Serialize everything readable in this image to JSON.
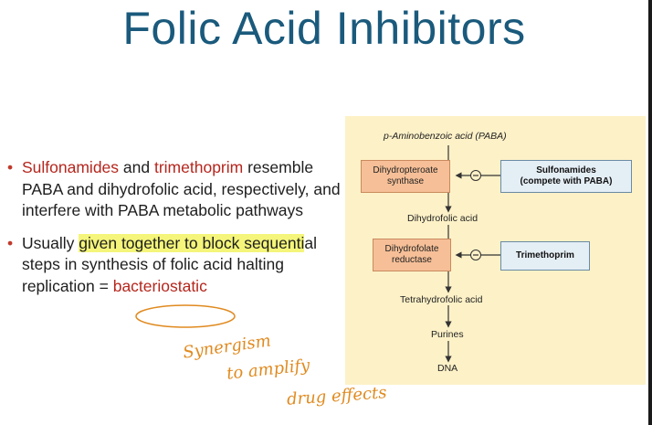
{
  "slide": {
    "title": "Folic Acid Inhibitors"
  },
  "bullets": [
    {
      "parts": [
        {
          "text": "Sulfonamides",
          "style": "red"
        },
        {
          "text": " and ",
          "style": "plain"
        },
        {
          "text": "trimethoprim",
          "style": "red"
        },
        {
          "text": " resemble PABA and dihydrofolic acid, respectively, and interfere with PABA metabolic pathways",
          "style": "plain"
        }
      ]
    },
    {
      "parts": [
        {
          "text": "Usually ",
          "style": "plain"
        },
        {
          "text": "given together to block sequenti",
          "style": "highlight"
        },
        {
          "text": "al steps in synthesis of folic acid halting replication = ",
          "style": "plain"
        },
        {
          "text": "bacteriostatic",
          "style": "red"
        }
      ]
    }
  ],
  "diagram": {
    "paba": "p-Aminobenzoic acid (PABA)",
    "enzyme1": "Dihydropteroate\nsynthase",
    "inhibitor1": "Sulfonamides\n(compete with PABA)",
    "dihydrofolic": "Dihydrofolic acid",
    "enzyme2": "Dihydrofolate\nreductase",
    "inhibitor2": "Trimethoprim",
    "tetrahydrofolic": "Tetrahydrofolic acid",
    "purines": "Purines",
    "dna": "DNA",
    "inhibition_symbol": "−"
  },
  "annotation": {
    "line1": "Synergism",
    "line2": "to amplify",
    "line3": "drug effects"
  },
  "colors": {
    "title": "#1a5a7c",
    "accent_red": "#b5261d",
    "highlight": "#f4f57a",
    "diagram_bg": "#fdf1c7",
    "enzyme_box": "#f6bf97",
    "inhibitor_box": "#e4eef5",
    "handwriting": "#e08a1f"
  }
}
